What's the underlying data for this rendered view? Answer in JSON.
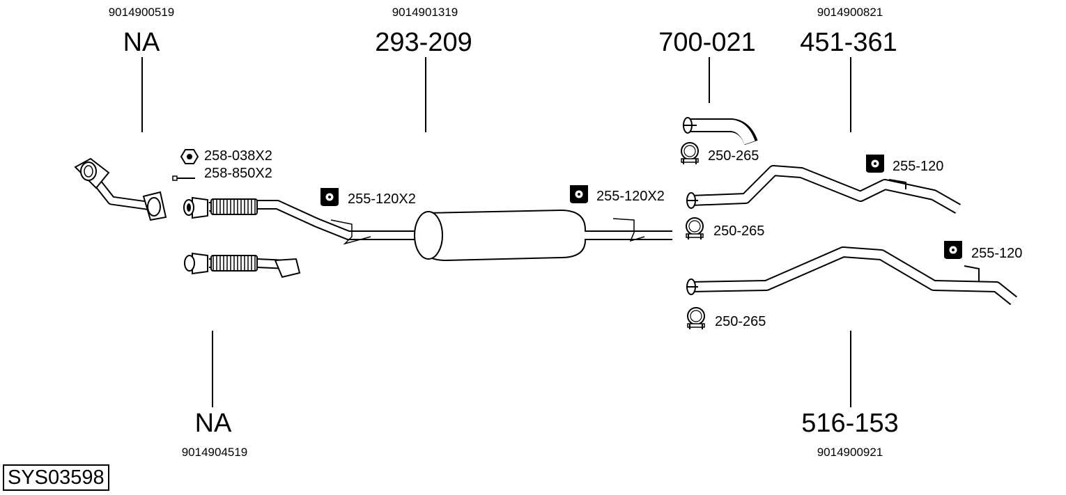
{
  "parts": {
    "front_pipe_top": {
      "oe": "9014900519",
      "pn": "NA"
    },
    "front_pipe_bottom": {
      "oe": "9014904519",
      "pn": "NA"
    },
    "center_muffler": {
      "oe": "9014901319",
      "pn": "293-209"
    },
    "tail_short": {
      "pn": "700-021"
    },
    "tail_upper": {
      "oe": "9014900821",
      "pn": "451-361"
    },
    "tail_lower": {
      "oe": "9014900921",
      "pn": "516-153"
    }
  },
  "accessories": {
    "nut": "258-038X2",
    "bolt": "258-850X2",
    "hanger_front": "255-120X2",
    "hanger_rear": "255-120X2",
    "clamp_1": "250-265",
    "hanger_upper": "255-120",
    "clamp_2": "250-265",
    "hanger_lower": "255-120",
    "clamp_3": "250-265"
  },
  "system_id": "SYS03598"
}
